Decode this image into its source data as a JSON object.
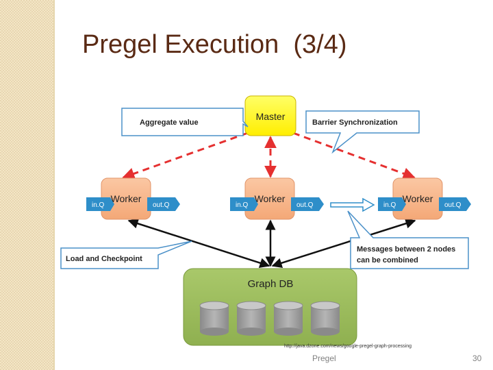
{
  "slide": {
    "title": "Pregel Execution  (3/4)",
    "footer": "Pregel",
    "page_number": "30"
  },
  "diagram": {
    "master": "Master",
    "workers": [
      {
        "label": "Worker",
        "inq": "in.Q",
        "outq": "out.Q"
      },
      {
        "label": "Worker",
        "inq": "in.Q",
        "outq": "out.Q"
      },
      {
        "label": "Worker",
        "inq": "in.Q",
        "outq": "out.Q"
      }
    ],
    "graph_db": "Graph DB",
    "callouts": {
      "aggregate": "Aggregate value",
      "barrier": "Barrier Synchronization",
      "load": "Load and Checkpoint",
      "messages_line1": "Messages between 2 nodes",
      "messages_line2": "can be combined"
    },
    "source_url": "http://java.dzone.com/news/google-pregel-graph-processing"
  },
  "colors": {
    "title": "#5a2a14",
    "master_fill": "#ffff00",
    "worker_fill": "#f8b98f",
    "queue_fill": "#2e8ec9",
    "db_fill": "#9bbb59",
    "dashed_arrow": "#e53030"
  }
}
